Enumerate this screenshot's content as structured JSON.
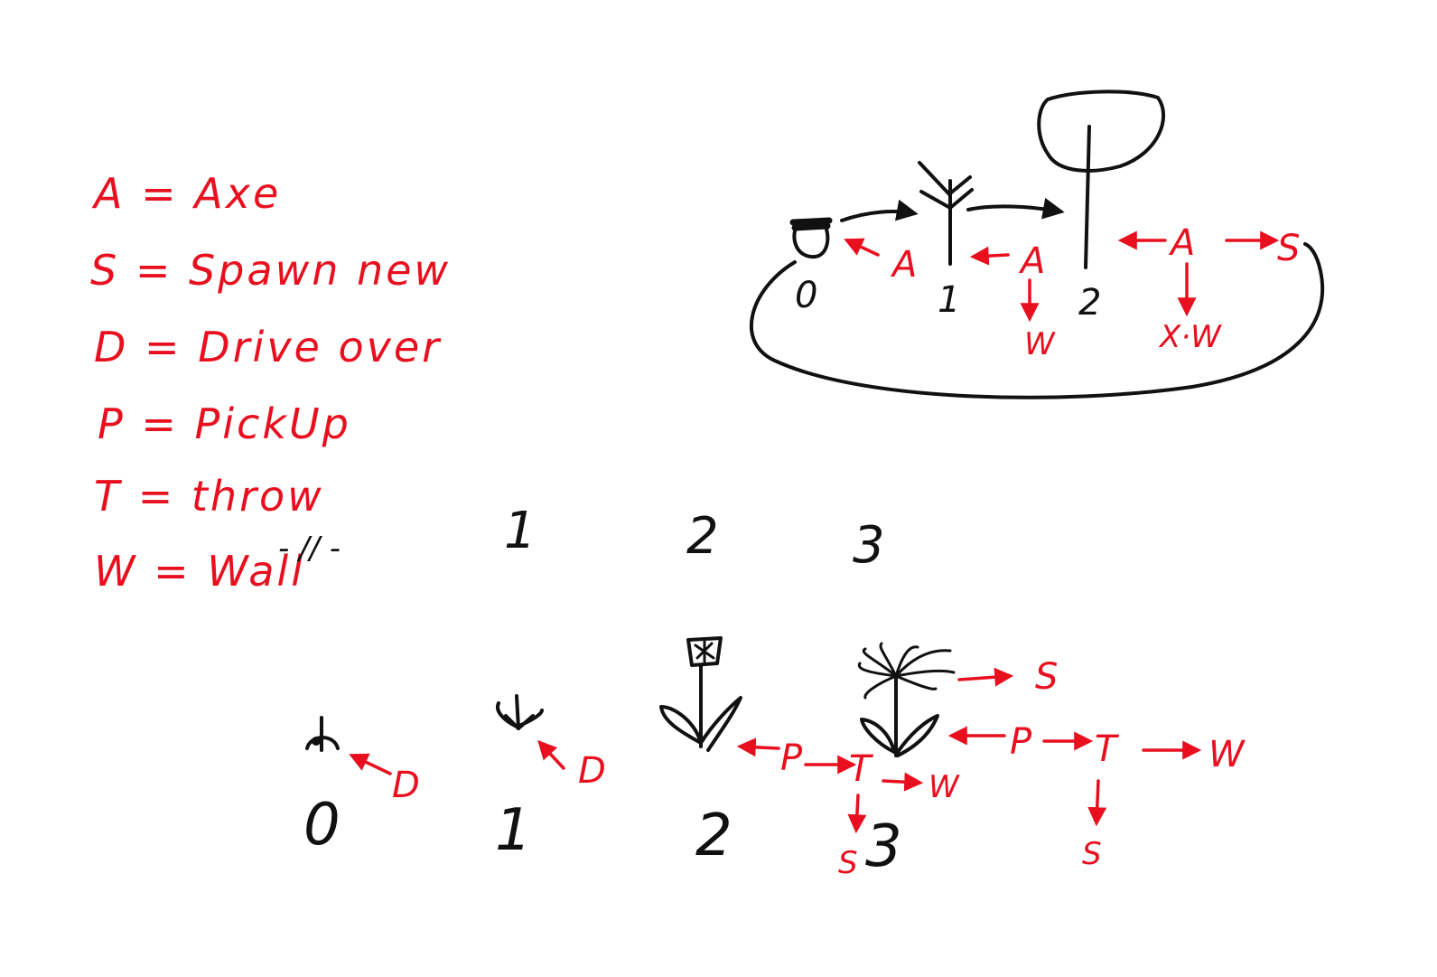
{
  "colors": {
    "ink": "#111111",
    "annotation": "#e8101f",
    "background": "#ffffff"
  },
  "legend": [
    {
      "text": "A = Axe"
    },
    {
      "text": "S = Spawn new"
    },
    {
      "text": "D = Drive over"
    },
    {
      "text": "P = PickUp"
    },
    {
      "text": "T = throw"
    },
    {
      "text": "W = Wall"
    }
  ],
  "legend_ditto": "- // -",
  "tree_cycle": {
    "stage_numbers": [
      "0",
      "1",
      "2"
    ],
    "edge_labels": {
      "a1": "A",
      "a2": "A",
      "a3": "A",
      "s": "S",
      "w": "W",
      "xw": "X·W"
    }
  },
  "stage_header_numbers": [
    "1",
    "2",
    "3"
  ],
  "flower_cycle": {
    "stage_numbers": [
      "0",
      "1",
      "2",
      "3"
    ],
    "edge_labels": {
      "d0": "D",
      "d1": "D",
      "p1": "P",
      "t1": "T",
      "w1": "W",
      "s1": "S",
      "p2": "P",
      "t2": "T",
      "w2": "W",
      "s2": "S",
      "s_top": "S"
    }
  }
}
